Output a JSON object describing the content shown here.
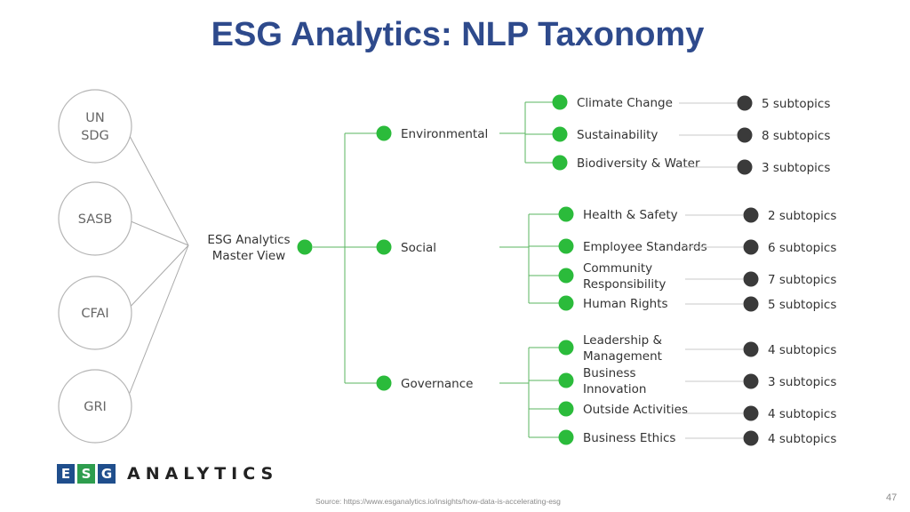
{
  "title": "ESG Analytics: NLP Taxonomy",
  "frameworks": [
    "UN SDG",
    "SASB",
    "CFAI",
    "GRI"
  ],
  "master": "ESG Analytics Master View",
  "colors": {
    "title": "#2e4a8c",
    "node": "#2bbb3b",
    "dark_node": "#3a3a3a",
    "logo_blue": "#1f4e8c",
    "logo_green": "#2e9d4e"
  },
  "categories": [
    {
      "name": "Environmental",
      "topics": [
        {
          "name": "Climate Change",
          "subtopics": "5 subtopics"
        },
        {
          "name": "Sustainability",
          "subtopics": "8 subtopics"
        },
        {
          "name": "Biodiversity & Water",
          "subtopics": "3 subtopics"
        }
      ]
    },
    {
      "name": "Social",
      "topics": [
        {
          "name": "Health & Safety",
          "subtopics": "2 subtopics"
        },
        {
          "name": "Employee Standards",
          "subtopics": "6 subtopics"
        },
        {
          "name": "Community Responsibility",
          "subtopics": "7 subtopics"
        },
        {
          "name": "Human Rights",
          "subtopics": "5 subtopics"
        }
      ]
    },
    {
      "name": "Governance",
      "topics": [
        {
          "name": "Leadership & Management",
          "subtopics": "4 subtopics"
        },
        {
          "name": "Business Innovation",
          "subtopics": "3 subtopics"
        },
        {
          "name": "Outside Activities",
          "subtopics": "4 subtopics"
        },
        {
          "name": "Business Ethics",
          "subtopics": "4 subtopics"
        }
      ]
    }
  ],
  "logo": {
    "letters": [
      "E",
      "S",
      "G"
    ],
    "word": "ANALYTICS"
  },
  "source": "Source: https://www.esganalytics.io/insights/how-data-is-accelerating-esg",
  "page_number": "47"
}
